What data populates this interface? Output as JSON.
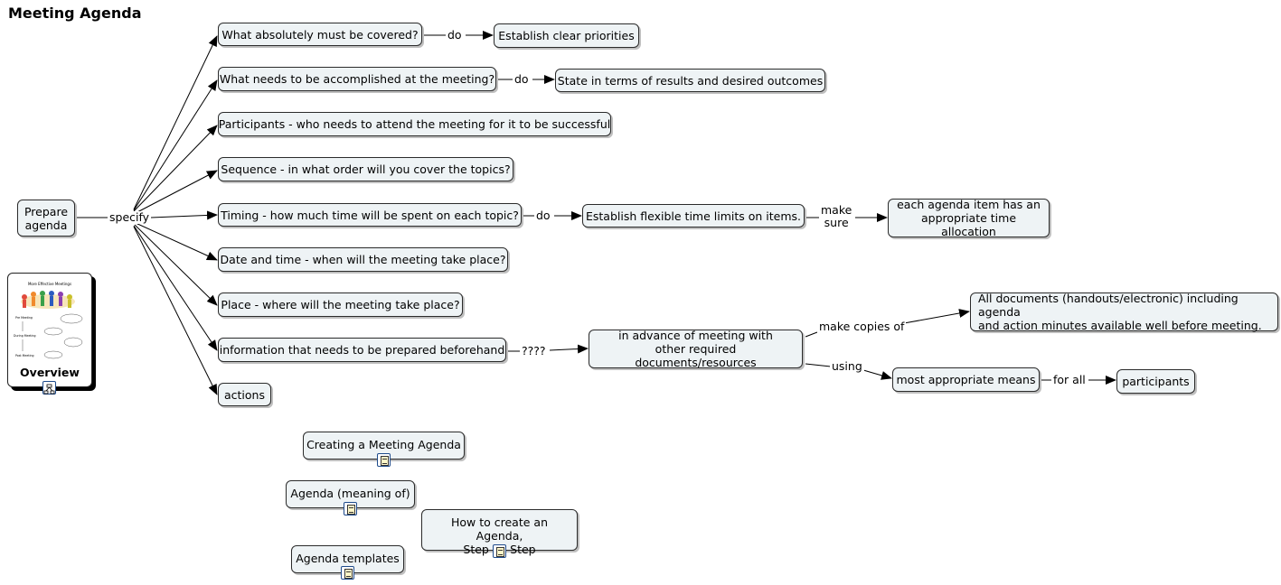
{
  "title": "Meeting Agenda",
  "nodes": {
    "prepare": "Prepare\nagenda",
    "q1": "What absolutely must be covered?",
    "q2": "What needs to be accomplished at the meeting?",
    "q3": "Participants - who needs to attend the meeting for it to be successful",
    "q4": "Sequence - in what order will you cover the topics?",
    "q5": "Timing - how much time will be spent on each topic?",
    "q6": "Date and time - when will the meeting take place?",
    "q7": "Place - where will the meeting take place?",
    "q8": "information that needs to be prepared beforehand",
    "q9": "actions",
    "a1": "Establish clear priorities",
    "a2": "State in terms of results and desired outcomes",
    "a5": "Establish flexible time limits on items.",
    "a5b": "each agenda item has an\nappropriate time allocation",
    "a8": "in advance of meeting with\nother required documents/resources",
    "a8a": "All documents (handouts/electronic) including agenda\nand action minutes available well before meeting.",
    "a8b": "most appropriate means",
    "a8c": "participants"
  },
  "links": {
    "specify": "specify",
    "do1": "do",
    "do2": "do",
    "do5": "do",
    "make_sure": "make\nsure",
    "q8": "????",
    "make_copies": "make copies of",
    "using": "using",
    "for_all": "for all"
  },
  "resources": {
    "creating": "Creating a Meeting Agenda",
    "meaning": "Agenda (meaning of)",
    "how_to": "How to create an Agenda,\nStep by Step",
    "templates": "Agenda templates"
  },
  "overview": {
    "caption": "Overview",
    "thumb_title": "More Effective Meetings",
    "thumb_steps": [
      "Pre Meeting",
      "During Meeting",
      "Post Meeting"
    ]
  },
  "colors": {
    "node_fill": "#eef3f5",
    "node_border": "#2b2b2b",
    "link": "#000000",
    "icon_border": "#1e4b8c"
  }
}
